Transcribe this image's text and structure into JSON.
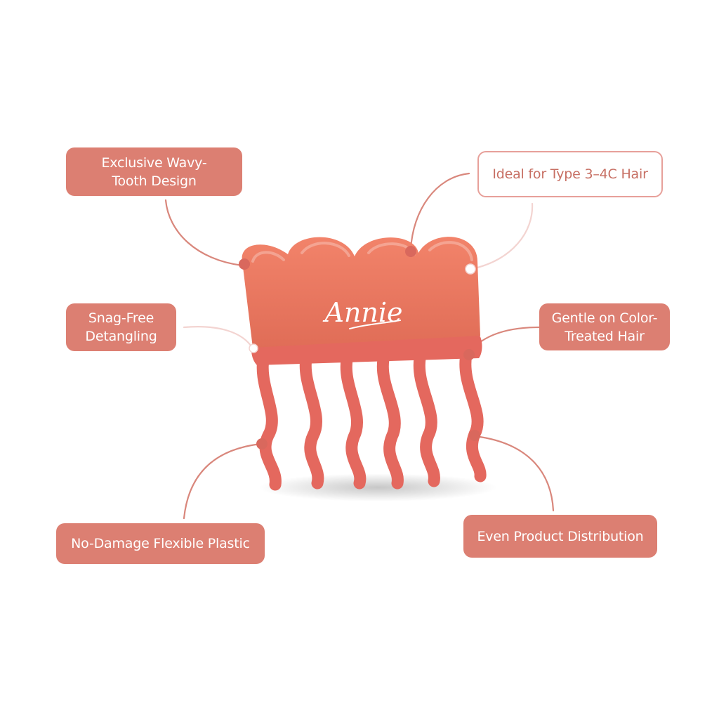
{
  "brand": {
    "logo_text": "Annie"
  },
  "colors": {
    "comb_body": "#F2836A",
    "comb_body_dark": "#E06D57",
    "comb_teeth": "#E4685E",
    "callout_fill": "#DC7F72",
    "callout_outline": "#E7A09A",
    "callout_outline_text": "#C76F63",
    "leader_line": "#D9877C",
    "leader_line_light": "#F3D4D1",
    "dot": "#D9685D"
  },
  "callouts": [
    {
      "id": "wavy-tooth",
      "text": "Exclusive Wavy-\nTooth Design",
      "style": "solid"
    },
    {
      "id": "type-hair",
      "text": "Ideal for Type 3–4C Hair",
      "style": "outline"
    },
    {
      "id": "snag-free",
      "text": "Snag-Free\nDetangling",
      "style": "solid"
    },
    {
      "id": "color-treated",
      "text": "Gentle on Color-\nTreated Hair",
      "style": "solid"
    },
    {
      "id": "flexible-plastic",
      "text": "No-Damage Flexible Plastic",
      "style": "solid"
    },
    {
      "id": "product-dist",
      "text": "Even Product Distribution",
      "style": "solid"
    }
  ]
}
